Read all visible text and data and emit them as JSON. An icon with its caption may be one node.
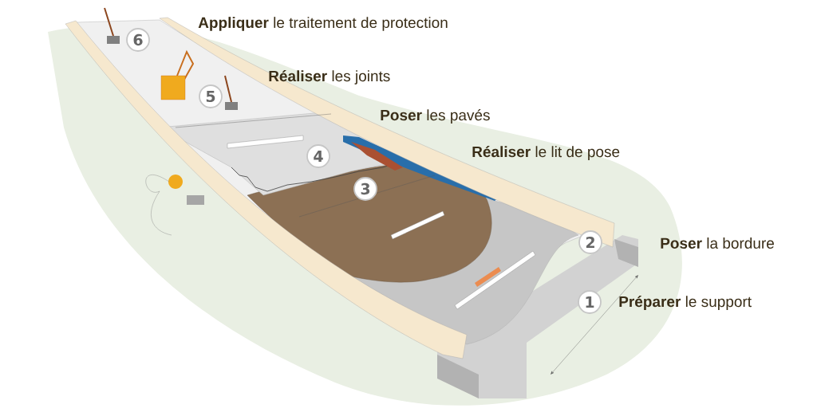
{
  "diagram": {
    "labels": [
      "**Appliquer** le traitement de protection",
      "6",
      "**Réaliser** les joints",
      "5",
      "**Poser** les pavés",
      "4",
      "**Réaliser** le lit de pose",
      "3",
      "2",
      "**Poser** la bordure",
      "1",
      "**Préparer** le support"
    ]
  }
}
